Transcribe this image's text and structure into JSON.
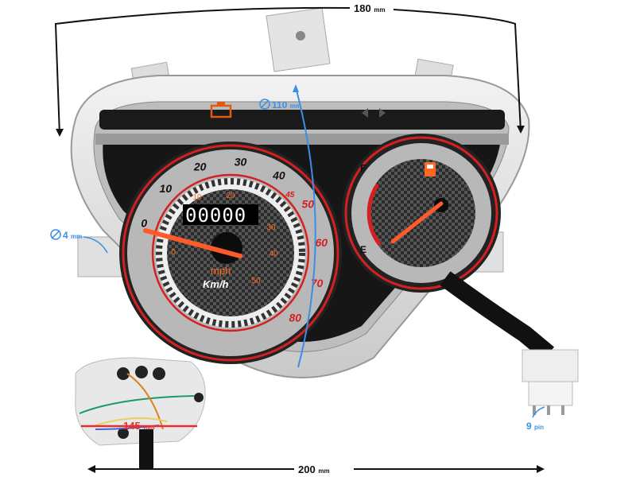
{
  "dimensions": {
    "width_top": "180",
    "width_bottom": "200",
    "dial_diameter": "110",
    "hole_diameter": "4",
    "rear_hole_spacing": "145",
    "unit": "mm",
    "connector_pins": "9",
    "connector_unit": "pin"
  },
  "speedometer": {
    "kmh_labels": [
      "0",
      "10",
      "20",
      "30",
      "40",
      "45",
      "50",
      "60",
      "70",
      "80"
    ],
    "kmh_values": [
      0,
      10,
      20,
      30,
      40,
      45,
      50,
      60,
      70,
      80
    ],
    "mph_labels": [
      "0",
      "10",
      "20",
      "30",
      "40",
      "50"
    ],
    "mph_values": [
      0,
      10,
      20,
      30,
      40,
      50
    ],
    "odometer": "00000",
    "unit_mph": "mph",
    "unit_kmh": "Km/h",
    "needle_value_kmh": 0
  },
  "fuel_gauge": {
    "full_label": "F",
    "empty_label": "E",
    "icon": "fuel-pump-icon"
  },
  "indicators": [
    "engine-check-icon",
    "turn-signal-arrows-icon"
  ],
  "colors": {
    "needle": "#ff5a2a",
    "ring_red": "#d42020",
    "dimension_blue": "#3a8fe6",
    "dial_grey": "#b8b8b8",
    "face_black": "#161616"
  }
}
